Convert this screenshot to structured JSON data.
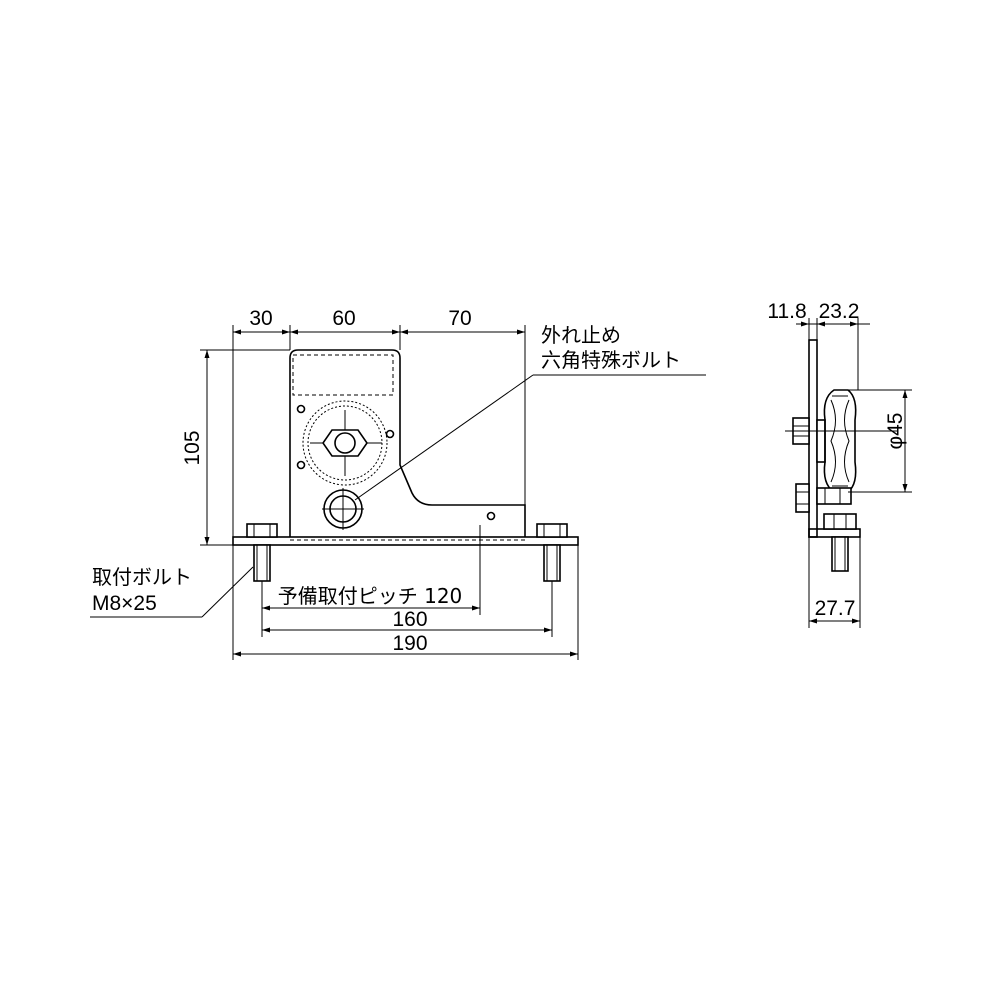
{
  "front_view": {
    "dims": {
      "d30": "30",
      "d60": "60",
      "d70": "70",
      "d105": "105",
      "pitch": "予備取付ピッチ 120",
      "d160": "160",
      "d190": "190"
    },
    "callouts": {
      "retainer_line1": "外れ止め",
      "retainer_line2": "六角特殊ボルト",
      "bolt_line1": "取付ボルト",
      "bolt_line2": "M8×25"
    }
  },
  "side_view": {
    "dims": {
      "d11_8": "11.8",
      "d23_2": "23.2",
      "phi45": "φ45",
      "d27_7": "27.7"
    }
  }
}
